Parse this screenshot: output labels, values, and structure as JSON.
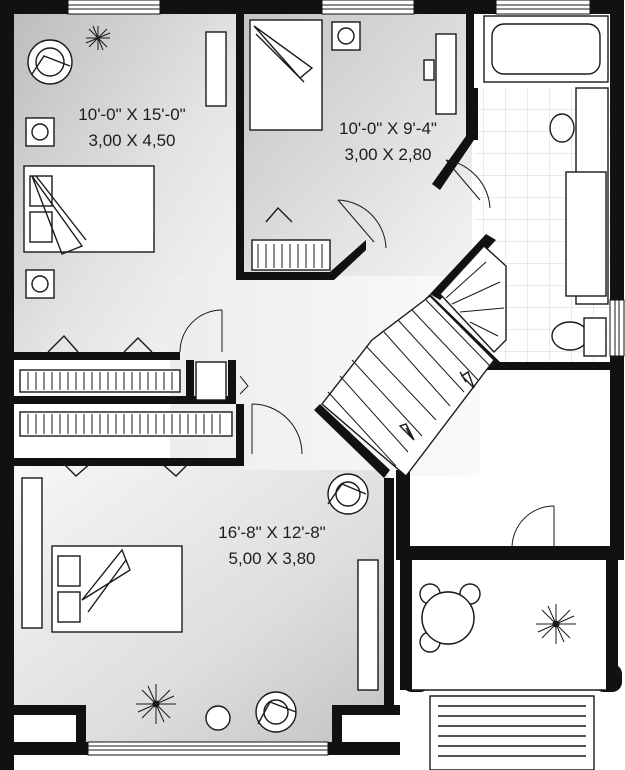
{
  "rooms": [
    {
      "id": "bedroom-top-left",
      "imperial": "10'-0\" X 15'-0\"",
      "metric": "3,00 X 4,50"
    },
    {
      "id": "bedroom-top-right",
      "imperial": "10'-0\" X 9'-4\"",
      "metric": "3,00 X 2,80"
    },
    {
      "id": "bedroom-bottom",
      "imperial": "16'-8\" X 12'-8\"",
      "metric": "5,00 X 3,80"
    }
  ],
  "colors": {
    "wall": "#111111",
    "floor_light": "#f2f2f2",
    "floor_dark": "#c9c9c9",
    "tile_line": "#d6d6d6"
  },
  "icons": [
    "armchair-icon",
    "plant-icon",
    "bed-icon",
    "nightstand-icon",
    "desk-icon",
    "closet-icon",
    "bathtub-icon",
    "toilet-icon",
    "sink-icon",
    "stairs-icon",
    "dining-table-icon"
  ]
}
